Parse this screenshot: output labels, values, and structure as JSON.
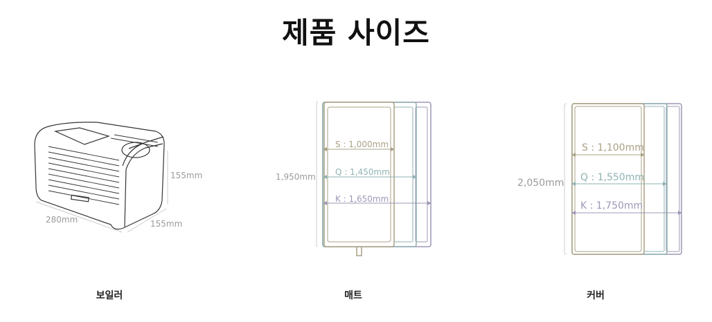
{
  "title": "제품 사이즈",
  "colors": {
    "s": "#aaa084",
    "q": "#8fb2b2",
    "k": "#9e97b6",
    "dim": "#9a9a9a"
  },
  "products": [
    {
      "caption": "보일러",
      "dims": {
        "width": "280mm",
        "depth": "155mm",
        "height": "155mm"
      }
    },
    {
      "caption": "매트",
      "length": "1,950mm",
      "sizes": [
        {
          "label": "S : 1,000mm"
        },
        {
          "label": "Q : 1,450mm"
        },
        {
          "label": "K : 1,650mm"
        }
      ]
    },
    {
      "caption": "커버",
      "length": "2,050mm",
      "sizes": [
        {
          "label": "S : 1,100mm"
        },
        {
          "label": "Q : 1,550mm"
        },
        {
          "label": "K : 1,750mm"
        }
      ]
    }
  ]
}
